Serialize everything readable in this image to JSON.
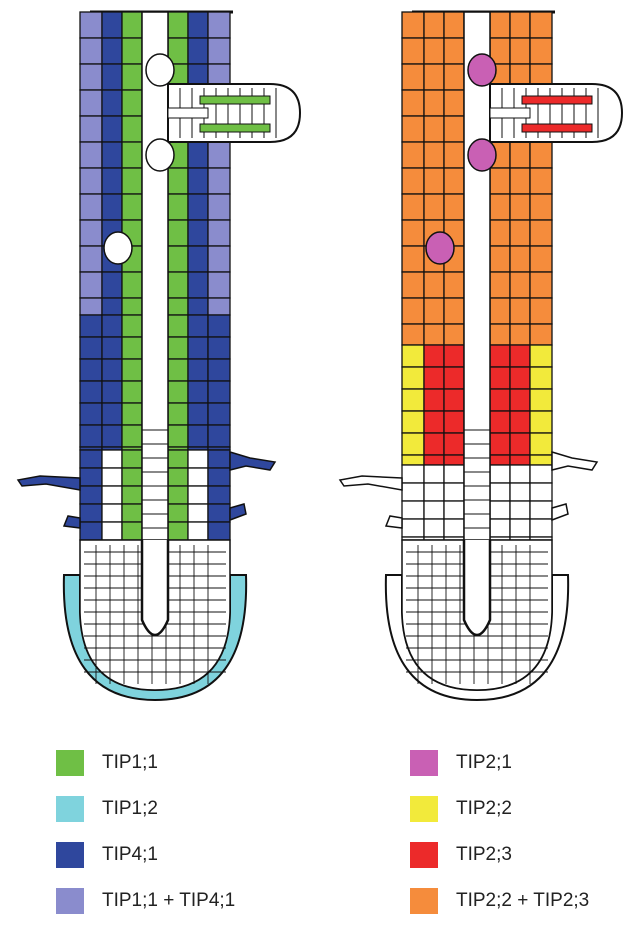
{
  "colors": {
    "outline": "#111111",
    "tip1_1": "#6fbf45",
    "tip1_2": "#7fd3dd",
    "tip4_1": "#2f479d",
    "tip1_1_tip4_1": "#8a8ccd",
    "tip2_1": "#c960b4",
    "tip2_2": "#f2ea3b",
    "tip2_3": "#ec2a2a",
    "tip2_2_tip2_3": "#f58c3c"
  },
  "legend_left": [
    {
      "label": "TIP1;1",
      "color_key": "tip1_1"
    },
    {
      "label": "TIP1;2",
      "color_key": "tip1_2"
    },
    {
      "label": "TIP4;1",
      "color_key": "tip4_1"
    },
    {
      "label": "TIP1;1 + TIP4;1",
      "color_key": "tip1_1_tip4_1"
    }
  ],
  "legend_right": [
    {
      "label": "TIP2;1",
      "color_key": "tip2_1"
    },
    {
      "label": "TIP2;2",
      "color_key": "tip2_2"
    },
    {
      "label": "TIP2;3",
      "color_key": "tip2_3"
    },
    {
      "label": "TIP2;2 + TIP2;3",
      "color_key": "tip2_2_tip2_3"
    }
  ]
}
